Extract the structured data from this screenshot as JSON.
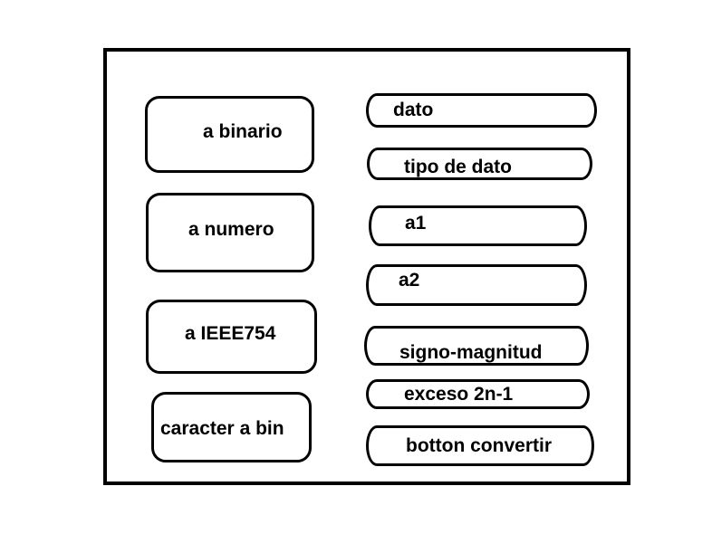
{
  "left_buttons": [
    {
      "label": "a binario"
    },
    {
      "label": "a numero"
    },
    {
      "label": "a IEEE754"
    },
    {
      "label": "caracter a bin"
    }
  ],
  "right_fields": [
    {
      "label": "dato"
    },
    {
      "label": "tipo de dato"
    },
    {
      "label": "a1"
    },
    {
      "label": "a2"
    },
    {
      "label": "signo-magnitud"
    },
    {
      "label": "exceso 2n-1"
    },
    {
      "label": "botton convertir"
    }
  ]
}
